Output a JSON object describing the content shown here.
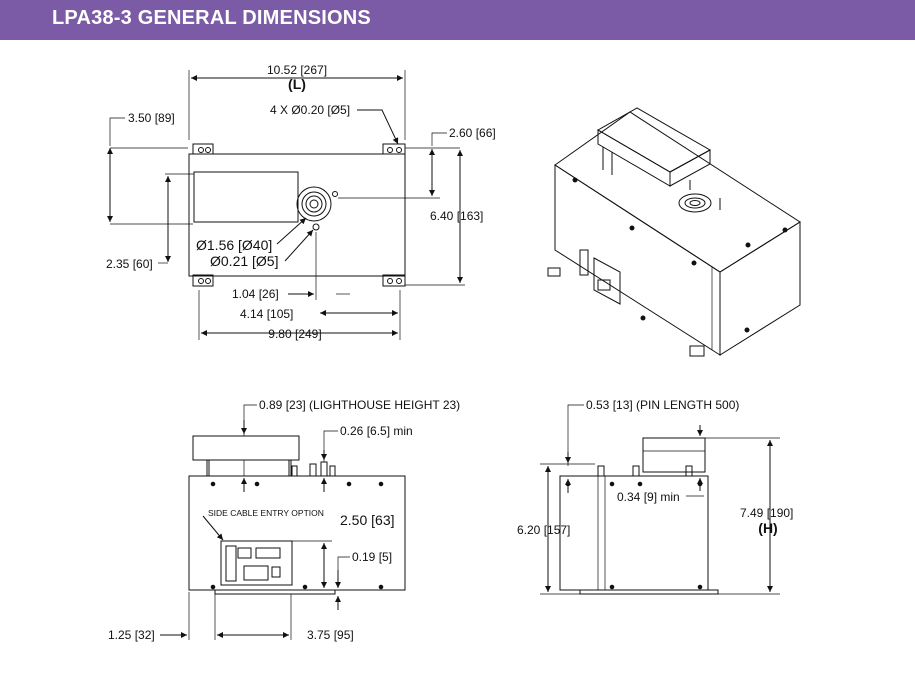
{
  "header": {
    "title": "LPA38-3 GENERAL DIMENSIONS",
    "background": "#7b5ba5",
    "text_color": "#ffffff"
  },
  "top_view": {
    "length": "10.52 [267]",
    "length_symbol": "(L)",
    "holes": "4 X Ø0.20 [Ø5]",
    "edge_to_hole_left": "3.50 [89]",
    "edge_to_hole_right": "2.60 [66]",
    "width": "6.40 [163]",
    "lighthouse_dia": "Ø1.56 [Ø40]",
    "pin_dia": "Ø0.21 [Ø5]",
    "side_offset": "2.35 [60]",
    "pin_offset": "1.04 [26]",
    "hole_to_pin": "4.14 [105]",
    "hole_spacing": "9.80 [249]"
  },
  "front_view": {
    "lighthouse_height": "0.89 [23] (LIGHTHOUSE HEIGHT 23)",
    "clearance_min": "0.26 [6.5] min",
    "side_cable_label": "SIDE CABLE ENTRY OPTION",
    "connector_height": "2.50 [63]",
    "connector_base": "0.19 [5]",
    "edge_offset": "1.25 [32]",
    "connector_offset": "3.75 [95]"
  },
  "side_view": {
    "pin_length": "0.53 [13] (PIN LENGTH 500)",
    "clearance_min": "0.34 [9] min",
    "body_height": "6.20 [157]",
    "total_height": "7.49 [190]",
    "height_symbol": "(H)"
  },
  "iso_view": {
    "description_icon": "isometric-unit-icon"
  }
}
